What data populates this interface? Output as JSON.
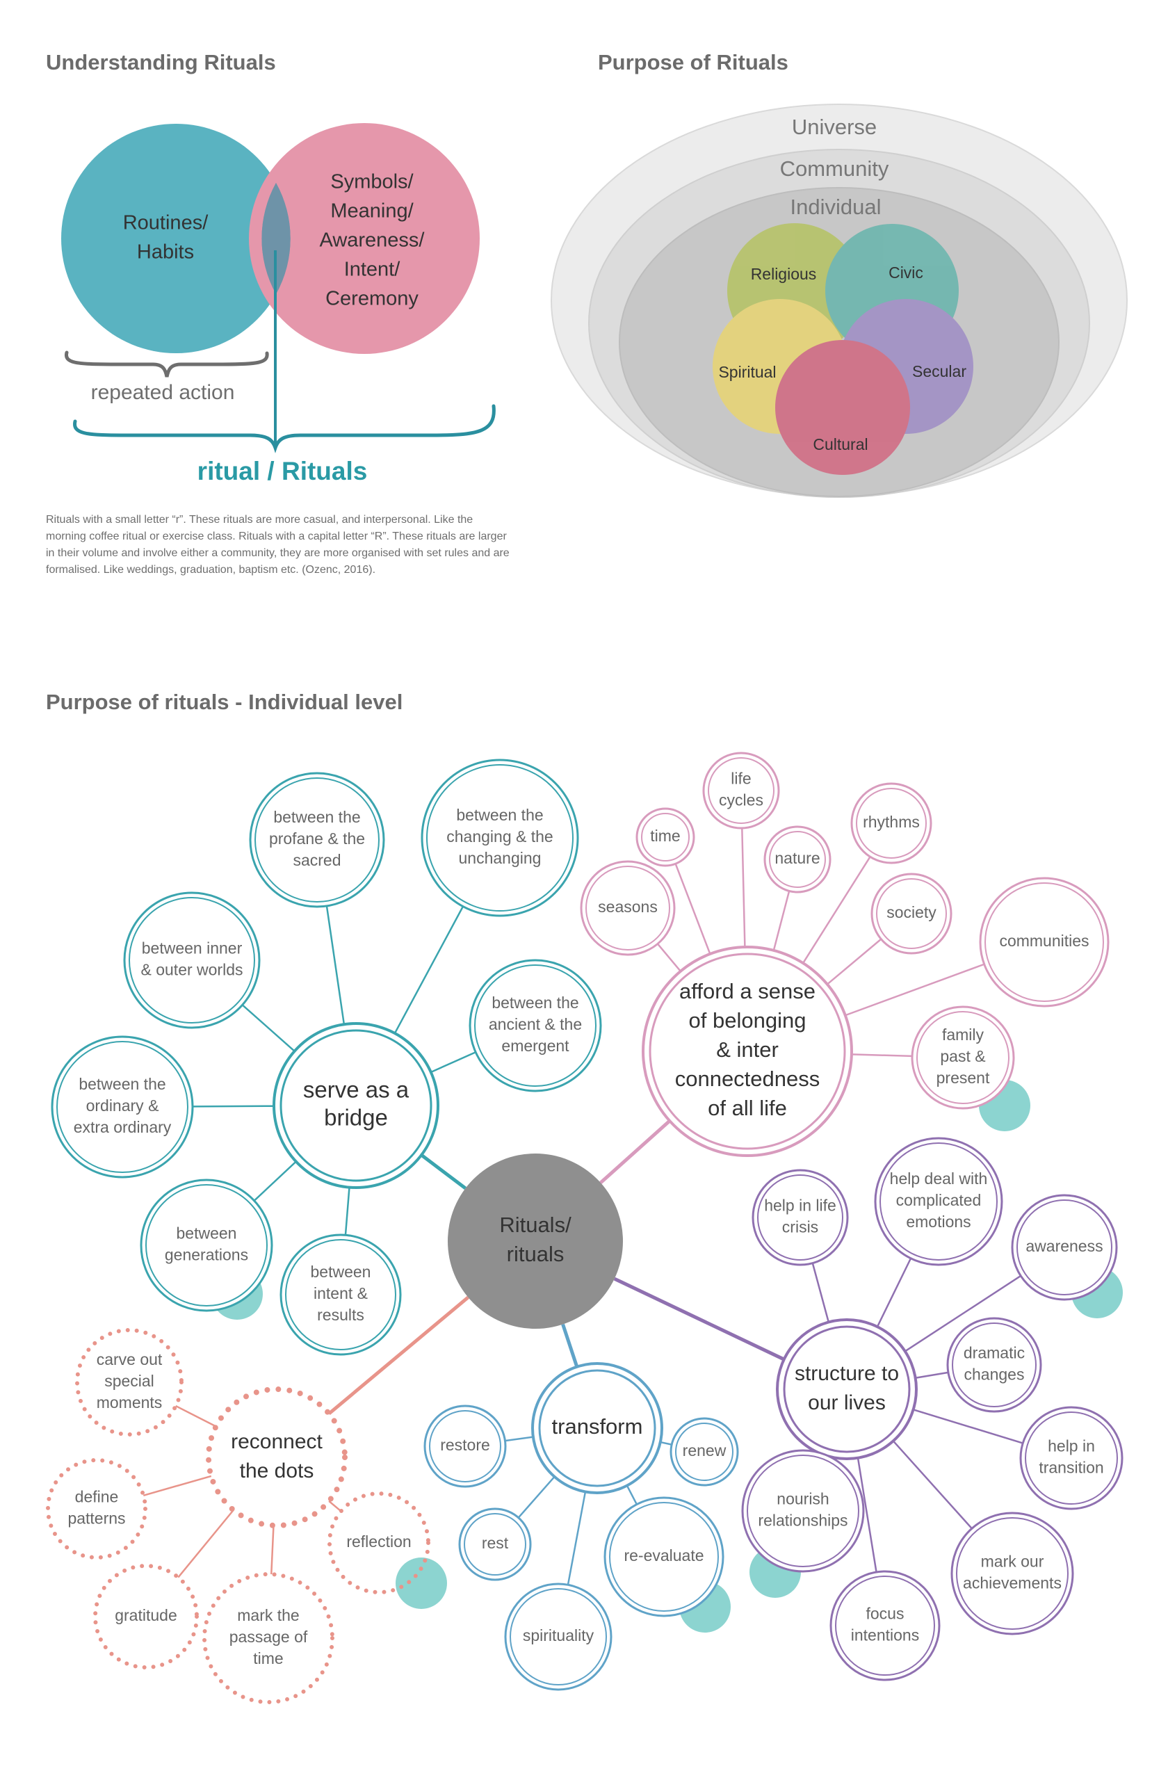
{
  "headings": {
    "understanding": "Understanding Rituals",
    "purpose": "Purpose of Rituals",
    "individual_level": "Purpose of rituals - Individual level"
  },
  "venn": {
    "routines": [
      "Routines/",
      "Habits"
    ],
    "symbols": [
      "Symbols/",
      "Meaning/",
      "Awareness/",
      "Intent/",
      "Ceremony"
    ],
    "repeated_action": "repeated action",
    "ritual_label": "ritual / Rituals",
    "caption": "Rituals with a small letter “r”. These rituals are more casual, and interpersonal. Like the morning coffee ritual or exercise class. Rituals with a capital letter “R”. These rituals are larger in their volume and involve either a community, they are more organised with set rules and are formalised. Like weddings, graduation, baptism etc. (Ozenc, 2016)."
  },
  "purpose": {
    "universe": "Universe",
    "community": "Community",
    "individual": "Individual",
    "types": [
      "Religious",
      "Civic",
      "Spiritual",
      "Secular",
      "Cultural"
    ]
  },
  "colors": {
    "teal": "#3aa4ae",
    "pink": "#d89bbd",
    "purple": "#8f70b0",
    "blue": "#5fa3c8",
    "salmon": "#e8948a",
    "center": "#8f8f8f",
    "accent_dot": "#7fcfcb"
  },
  "mindmap": {
    "center": [
      "Rituals/",
      "rituals"
    ],
    "bridge": {
      "label": [
        "serve as a",
        "bridge"
      ],
      "items": [
        [
          "between the",
          "profane & the",
          "sacred"
        ],
        [
          "between the",
          "changing & the",
          "unchanging"
        ],
        [
          "between inner",
          "& outer worlds"
        ],
        [
          "between the",
          "ancient & the",
          "emergent"
        ],
        [
          "between the",
          "ordinary &",
          "extra ordinary"
        ],
        [
          "between",
          "generations"
        ],
        [
          "between",
          "intent &",
          "results"
        ]
      ]
    },
    "belonging": {
      "label": [
        "afford a sense",
        "of belonging",
        "& inter",
        "connectedness",
        "of all life"
      ],
      "items": [
        [
          "life",
          "cycles"
        ],
        [
          "time"
        ],
        [
          "nature"
        ],
        [
          "rhythms"
        ],
        [
          "seasons"
        ],
        [
          "society"
        ],
        [
          "communities"
        ],
        [
          "family",
          "past &",
          "present"
        ]
      ]
    },
    "structure": {
      "label": [
        "structure to",
        "our lives"
      ],
      "items": [
        [
          "help in life",
          "crisis"
        ],
        [
          "help deal with",
          "complicated",
          "emotions"
        ],
        [
          "awareness"
        ],
        [
          "dramatic",
          "changes"
        ],
        [
          "help in",
          "transition"
        ],
        [
          "mark our",
          "achievements"
        ],
        [
          "focus",
          "intentions"
        ],
        [
          "nourish",
          "relationships"
        ]
      ]
    },
    "transform": {
      "label": [
        "transform"
      ],
      "items": [
        [
          "restore"
        ],
        [
          "renew"
        ],
        [
          "rest"
        ],
        [
          "re-evaluate"
        ],
        [
          "spirituality"
        ]
      ]
    },
    "reconnect": {
      "label": [
        "reconnect",
        "the dots"
      ],
      "items": [
        [
          "carve out",
          "special",
          "moments"
        ],
        [
          "define",
          "patterns"
        ],
        [
          "reflection"
        ],
        [
          "gratitude"
        ],
        [
          "mark the",
          "passage of",
          "time"
        ]
      ]
    }
  }
}
